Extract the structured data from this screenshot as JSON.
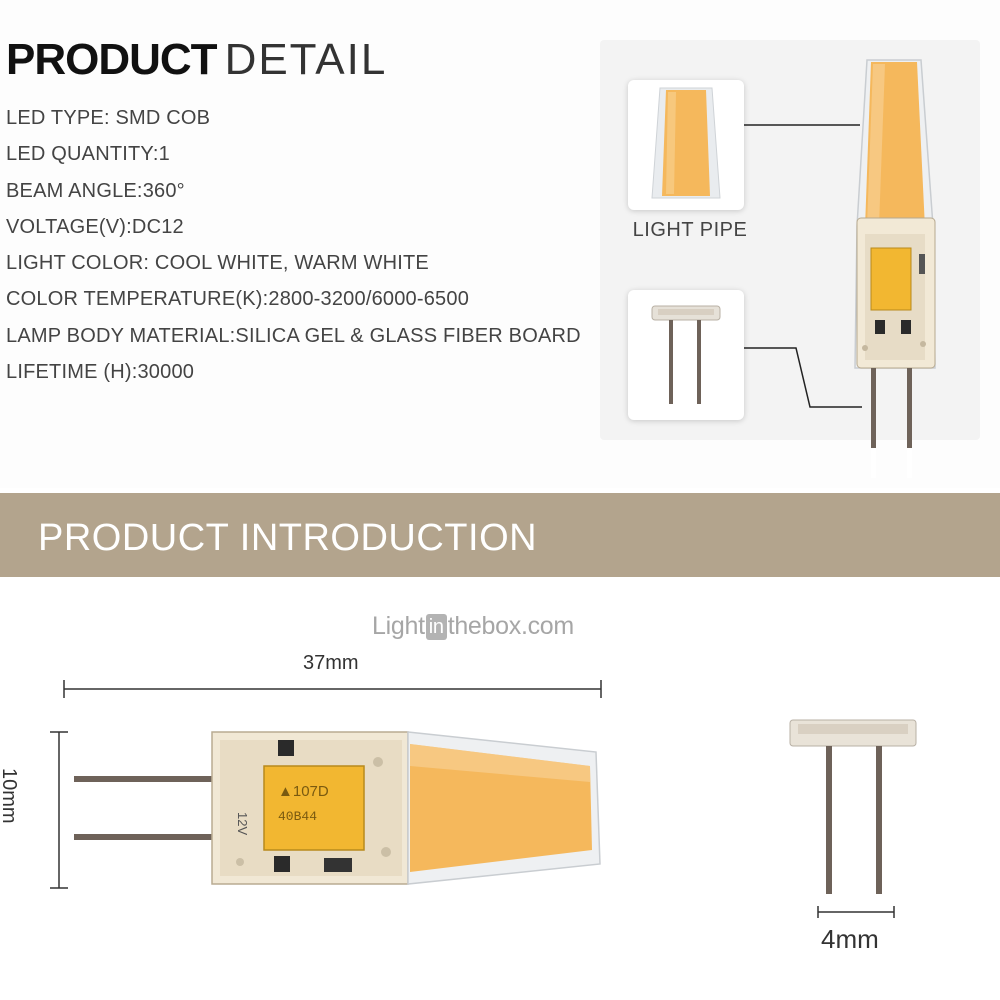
{
  "detail": {
    "title_bold": "PRODUCT",
    "title_light": "DETAIL",
    "specs": [
      "LED TYPE: SMD COB",
      "LED QUANTITY:1",
      "BEAM ANGLE:360°",
      "VOLTAGE(V):DC12",
      "LIGHT COLOR: COOL WHITE, WARM WHITE",
      "COLOR TEMPERATURE(K):2800-3200/6000-6500",
      "LAMP BODY MATERIAL:SILICA GEL & GLASS FIBER BOARD",
      "LIFETIME (H):30000"
    ],
    "callout_light_pipe": "LIGHT PIPE"
  },
  "banner": {
    "text": "PRODUCT INTRODUCTION",
    "color": "#b3a48d"
  },
  "watermark": {
    "pre": "Light",
    "badge": "in",
    "post": "thebox.com"
  },
  "dimensions": {
    "length": "37mm",
    "width": "10mm",
    "pin_spacing": "4mm"
  },
  "chip_text": {
    "capacitor_line1": "▲107D",
    "capacitor_line2": "40B44",
    "voltage_mark": "12V"
  },
  "colors": {
    "led_amber": "#f5b85c",
    "pin_gray": "#6e6259"
  }
}
